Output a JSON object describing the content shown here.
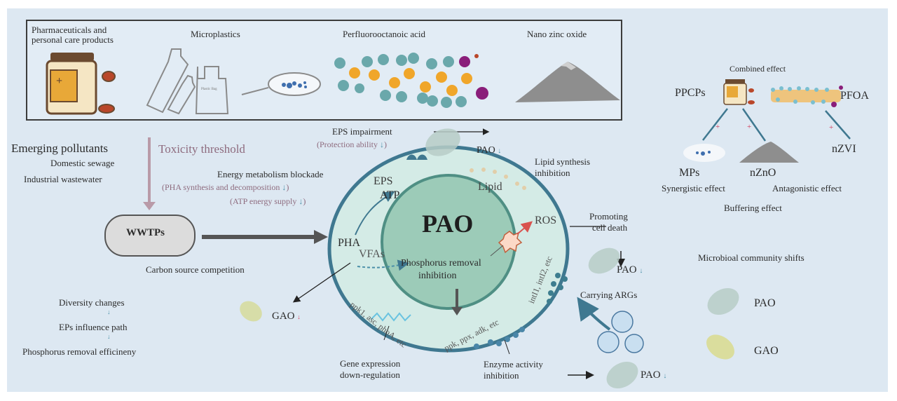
{
  "pollutants_box": {
    "items": [
      {
        "label_line1": "Pharmaceuticals and",
        "label_line2": "personal care products",
        "icon": "pill-bottle-icon"
      },
      {
        "label": "Microplastics",
        "icon": "plastic-bottle-bag-icon",
        "bag_text": "Plastic Bag"
      },
      {
        "label": "Perfluorooctanoic acid",
        "icon": "molecule-chain-icon"
      },
      {
        "label": "Nano zinc oxide",
        "icon": "powder-pile-icon"
      }
    ]
  },
  "left": {
    "emerging_pollutants": "Emerging pollutants",
    "domestic_sewage": "Domestic sewage",
    "industrial_wastewater": "Industrial wastewater",
    "toxicity_threshold": "Toxicity threshold",
    "wwtps": "WWTPs",
    "carbon_source_competition": "Carbon source competition",
    "path": [
      "Diversity changes",
      "EPs influence path",
      "Phosphorus removal efficineny"
    ]
  },
  "top_center": {
    "eps_impairment": "EPS impairment",
    "protection_ability": "(Protection ability",
    "close_paren": ")",
    "pao_label": "PAO",
    "energy_blockade": "Energy metabolism blockade",
    "pha_synthesis": "(PHA synthesis and decomposition",
    "atp_supply": "(ATP energy supply",
    "lipid_synthesis_line1": "Lipid synthesis",
    "lipid_synthesis_line2": "inhibition",
    "down_arrow": "↓"
  },
  "cell": {
    "title": "PAO",
    "eps": "EPS",
    "atp": "ATP",
    "lipid": "Lipid",
    "ros": "ROS",
    "pha": "PHA",
    "vfas": "VFAs",
    "p_removal_line1": "Phosphorus removal",
    "p_removal_line2": "inhibition",
    "genes_left": "ppk1, asc, phoA, etc",
    "genes_bottom": "ppk, ppx, adk, etc",
    "genes_right": "intI1, intI2, etc"
  },
  "bottom_center": {
    "gene_expr_line1": "Gene expression",
    "gene_expr_line2": "down-regulation",
    "enzyme_line1": "Enzyme activity",
    "enzyme_line2": "inhibition",
    "gao_label": "GAO",
    "pao_bottom": "PAO"
  },
  "right_mid": {
    "promoting_line1": "Promoting",
    "promoting_line2": "cell death",
    "pao_mid": "PAO",
    "carrying_args": "Carrying ARGs"
  },
  "combined": {
    "title": "Combined effect",
    "ppcps": "PPCPs",
    "pfoa": "PFOA",
    "mps": "MPs",
    "nzno": "nZnO",
    "nzvi": "nZVI",
    "plus": "+",
    "synergistic": "Synergistic effect",
    "antagonistic": "Antagonistic effect",
    "buffering": "Buffering effect"
  },
  "community": {
    "title": "Microbioal community shifts",
    "pao": "PAO",
    "gao": "GAO"
  },
  "colors": {
    "background": "#dde8f2",
    "cell_outer": "#d4ebe6",
    "cell_inner": "#9ccbb8",
    "membrane": "#3f7890",
    "accent_pink": "#8e6b7e",
    "decrease_arrow": "#4a8fa8",
    "increase_dot": "#d23b5a"
  }
}
